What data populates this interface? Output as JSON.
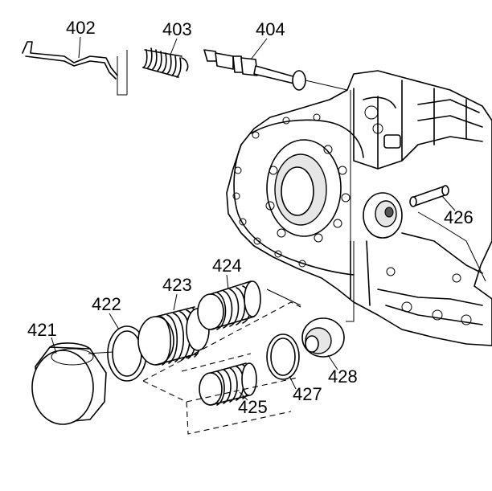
{
  "diagram": {
    "type": "exploded-parts-view",
    "callouts": [
      {
        "id": "402"
      },
      {
        "id": "403"
      },
      {
        "id": "404"
      },
      {
        "id": "421"
      },
      {
        "id": "422"
      },
      {
        "id": "423"
      },
      {
        "id": "424"
      },
      {
        "id": "425"
      },
      {
        "id": "426"
      },
      {
        "id": "427"
      },
      {
        "id": "428"
      }
    ]
  }
}
